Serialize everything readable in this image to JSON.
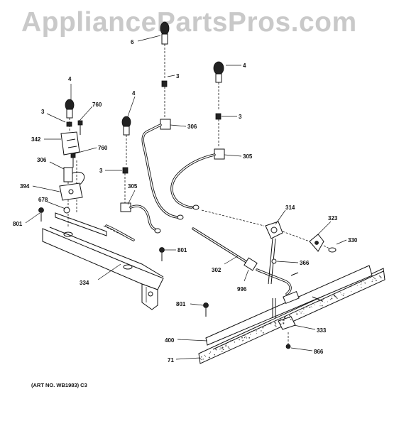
{
  "watermark": "AppliancePartsPros.com",
  "art_number": "(ART NO. WB1983) C3",
  "callouts": [
    {
      "id": "c6",
      "text": "6"
    },
    {
      "id": "c4a",
      "text": "4"
    },
    {
      "id": "c3a",
      "text": "3"
    },
    {
      "id": "c4b",
      "text": "4"
    },
    {
      "id": "c3b",
      "text": "3"
    },
    {
      "id": "c306a",
      "text": "306"
    },
    {
      "id": "c4c",
      "text": "4"
    },
    {
      "id": "c3c",
      "text": "3"
    },
    {
      "id": "c760a",
      "text": "760"
    },
    {
      "id": "c342",
      "text": "342"
    },
    {
      "id": "c760b",
      "text": "760"
    },
    {
      "id": "c306b",
      "text": "306"
    },
    {
      "id": "c305a",
      "text": "305"
    },
    {
      "id": "c3d",
      "text": "3"
    },
    {
      "id": "c305b",
      "text": "305"
    },
    {
      "id": "c394",
      "text": "394"
    },
    {
      "id": "c678",
      "text": "678"
    },
    {
      "id": "c801a",
      "text": "801"
    },
    {
      "id": "c314",
      "text": "314"
    },
    {
      "id": "c323",
      "text": "323"
    },
    {
      "id": "c330",
      "text": "330"
    },
    {
      "id": "c801b",
      "text": "801"
    },
    {
      "id": "c302",
      "text": "302"
    },
    {
      "id": "c366",
      "text": "366"
    },
    {
      "id": "c334",
      "text": "334"
    },
    {
      "id": "c996",
      "text": "996"
    },
    {
      "id": "c801c",
      "text": "801"
    },
    {
      "id": "c333",
      "text": "333"
    },
    {
      "id": "c400",
      "text": "400"
    },
    {
      "id": "c866",
      "text": "866"
    },
    {
      "id": "c71",
      "text": "71"
    }
  ]
}
